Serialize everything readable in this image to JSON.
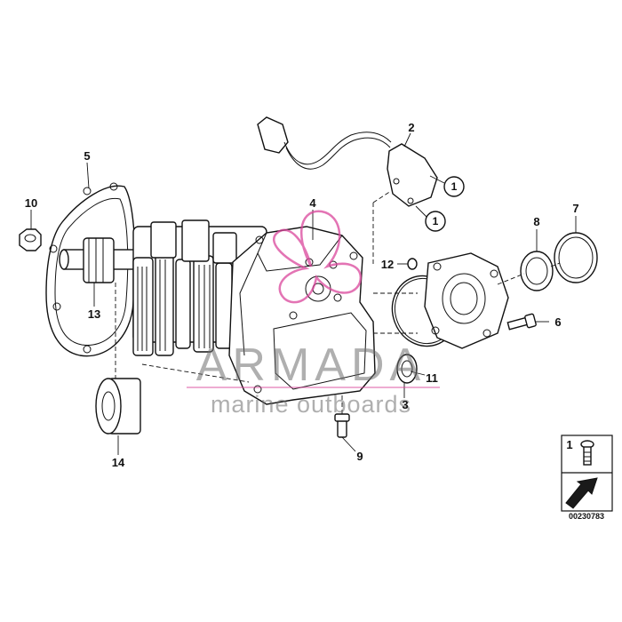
{
  "diagram": {
    "callouts": [
      {
        "id": "1",
        "label": "1"
      },
      {
        "id": "2",
        "label": "2"
      },
      {
        "id": "3",
        "label": "3"
      },
      {
        "id": "4",
        "label": "4"
      },
      {
        "id": "5",
        "label": "5"
      },
      {
        "id": "6",
        "label": "6"
      },
      {
        "id": "7",
        "label": "7"
      },
      {
        "id": "8",
        "label": "8"
      },
      {
        "id": "9",
        "label": "9"
      },
      {
        "id": "10",
        "label": "10"
      },
      {
        "id": "11",
        "label": "11"
      },
      {
        "id": "12",
        "label": "12"
      },
      {
        "id": "13",
        "label": "13"
      },
      {
        "id": "14",
        "label": "14"
      }
    ],
    "circled_callouts": [
      "1",
      "1"
    ],
    "legend": {
      "label": "1"
    },
    "document_number": "00230783"
  },
  "watermark": {
    "brand": "ARMADA",
    "tagline": "marine outboards",
    "logo_color": "#d9469b"
  }
}
